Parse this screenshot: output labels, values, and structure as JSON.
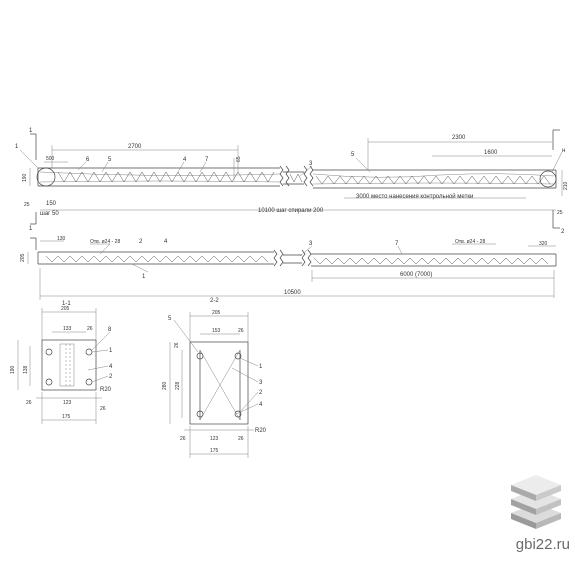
{
  "view1": {
    "dims": {
      "d2700": "2700",
      "d2300": "2300",
      "d1600": "1600",
      "d500": "500",
      "d65": "65",
      "d190": "190",
      "d210": "210",
      "d150": "150",
      "d25l": "25",
      "d25r": "25",
      "step50": "шаг 50",
      "total": "10100 шаг спирали 200",
      "mark": "3000 место нанесения контрольной метки"
    },
    "callouts": {
      "c1a": "1",
      "c1b": "1",
      "c6": "6",
      "c5a": "5",
      "c4": "4",
      "c7": "7",
      "c3": "3",
      "c5b": "5",
      "c2": "2",
      "cH": "н"
    }
  },
  "view2": {
    "dims": {
      "d130": "130",
      "d205": "205",
      "d320": "320",
      "d6000": "6000 (7000)",
      "total": "10500"
    },
    "callouts": {
      "hole_left": "Отв. ø24 - 28",
      "hole_right": "Отв. ø24 - 28",
      "c2": "2",
      "c4": "4",
      "c1": "1",
      "c3": "3",
      "c7": "7"
    }
  },
  "section1": {
    "title": "1-1",
    "dims": {
      "w205": "205",
      "w133": "133",
      "w26t": "26",
      "h190": "190",
      "h138": "138",
      "b26l": "26",
      "b123": "123",
      "b26r": "26",
      "b175": "175"
    },
    "callouts": {
      "c8": "8",
      "c1": "1",
      "c4": "4",
      "c2": "2",
      "r20": "R20"
    }
  },
  "section2": {
    "title": "2-2",
    "dims": {
      "w205": "205",
      "w153": "153",
      "w26t": "26",
      "l26": "26",
      "h280": "280",
      "h228": "228",
      "b26l": "26",
      "b123": "123",
      "b26r": "26",
      "b175": "175"
    },
    "callouts": {
      "c5": "5",
      "c1": "1",
      "c3": "3",
      "c2": "2",
      "c4": "4",
      "r20": "R20"
    }
  },
  "watermark": {
    "site": "gbi22.ru",
    "logo_icon": "stacked-slabs-icon"
  }
}
